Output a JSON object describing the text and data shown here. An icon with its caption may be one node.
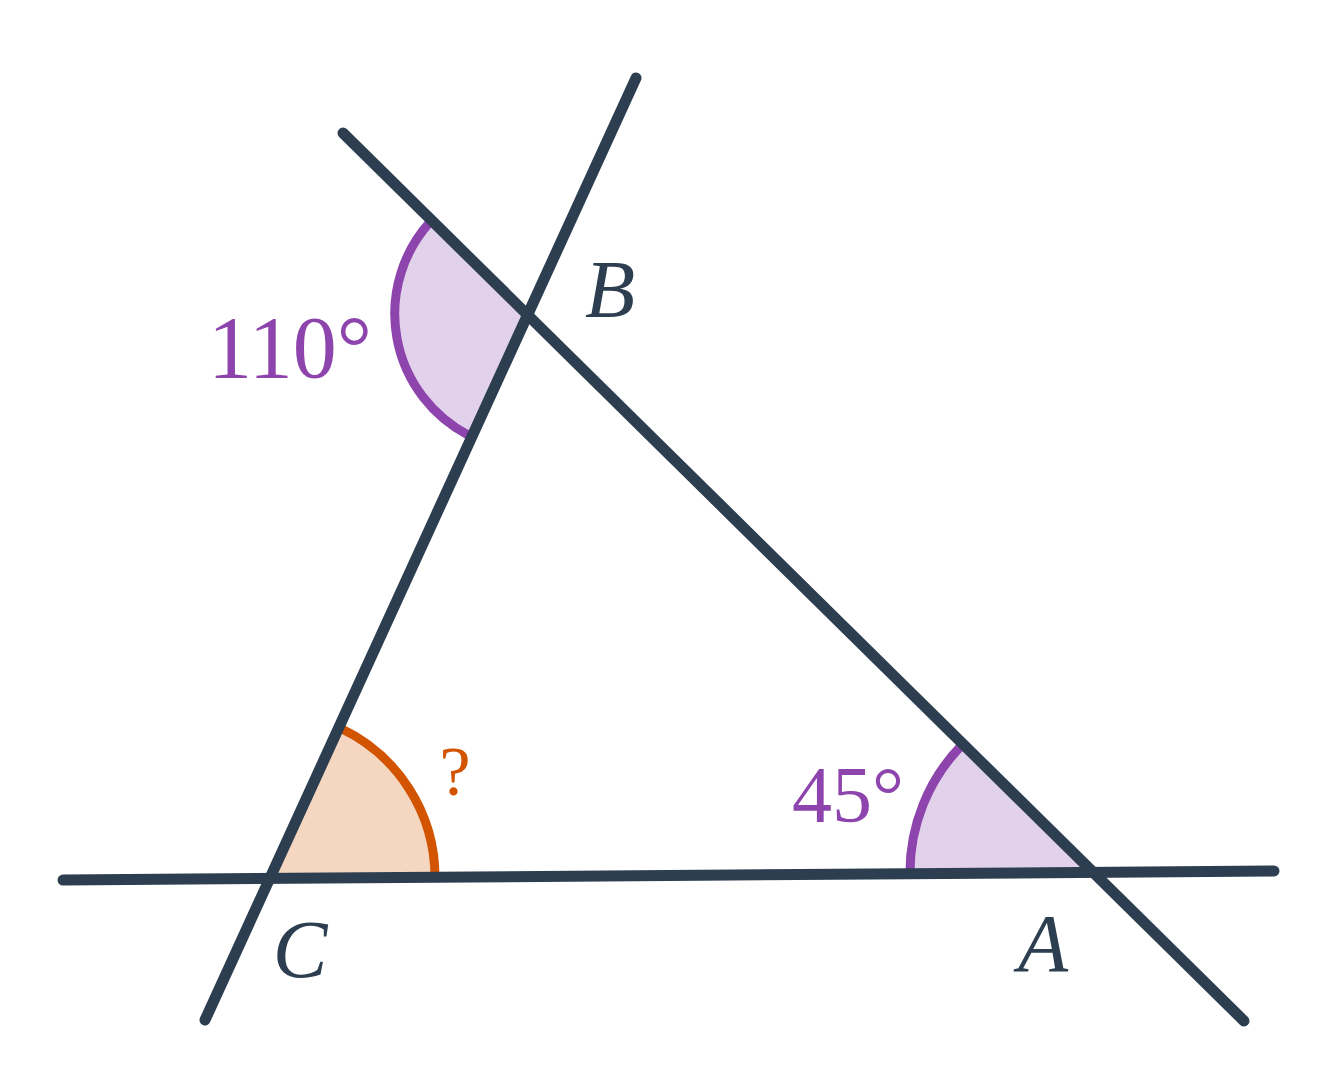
{
  "diagram": {
    "labels": [
      "B",
      "110°",
      "?",
      "45°",
      "C",
      "A"
    ]
  }
}
